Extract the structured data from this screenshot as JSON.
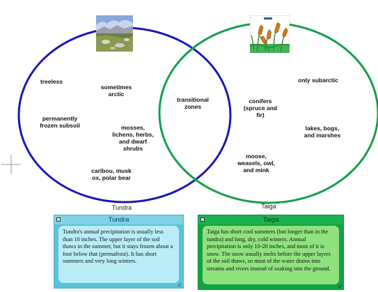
{
  "circles": {
    "left_title": "Tundra",
    "right_title": "Taiga",
    "left_color": "#1a16b8",
    "right_color": "#13a04a"
  },
  "labels": {
    "treeless": "treeless",
    "sometimes_arctic": "sometimes\narctic",
    "permafrost": "permanently\nfrozen subsoil",
    "mosses": "mosses,\nlichens, herbs,\nand dwarf\nshrubs",
    "caribou": "caribou, musk\nox, polar bear",
    "transitional": "transitional\nzones",
    "conifers": "conifers\n(spruce and\nfir)",
    "only_subarctic": "only subarctic",
    "lakes": "lakes, bogs,\nand marshes",
    "moose": "moose,\nweasels, owl,\nand mink"
  },
  "notes": {
    "tundra": {
      "title": "Tundra",
      "text": "Tundra's annual precipitation is usually less than 10 inches. The upper layer of the soil thaws in the summer, but it stays frozen about a foot below that (permafrost). It has short summers and very long winters.",
      "bar_color": "#7fd3e6",
      "frame_color": "#5cc3db",
      "body_color": "#b9ecf6"
    },
    "taiga": {
      "title": "Taiga",
      "text": "Taiga has short cool summers (but longer than in the tundra) and long, dry, cold winters. Annual precipitation is only 10-20 inches, and most of it is snow. The snow usually melts before the upper layers of the soil thaws, so most of the water drains into streams and rivers instead of soaking into the ground.",
      "bar_color": "#19b24f",
      "frame_color": "#12a443",
      "body_color": "#8fe27e"
    }
  },
  "icons": {
    "left_picture": "tundra-landscape-picture",
    "right_picture": "cattails-picture",
    "cursor": "crosshair-cursor-icon"
  }
}
